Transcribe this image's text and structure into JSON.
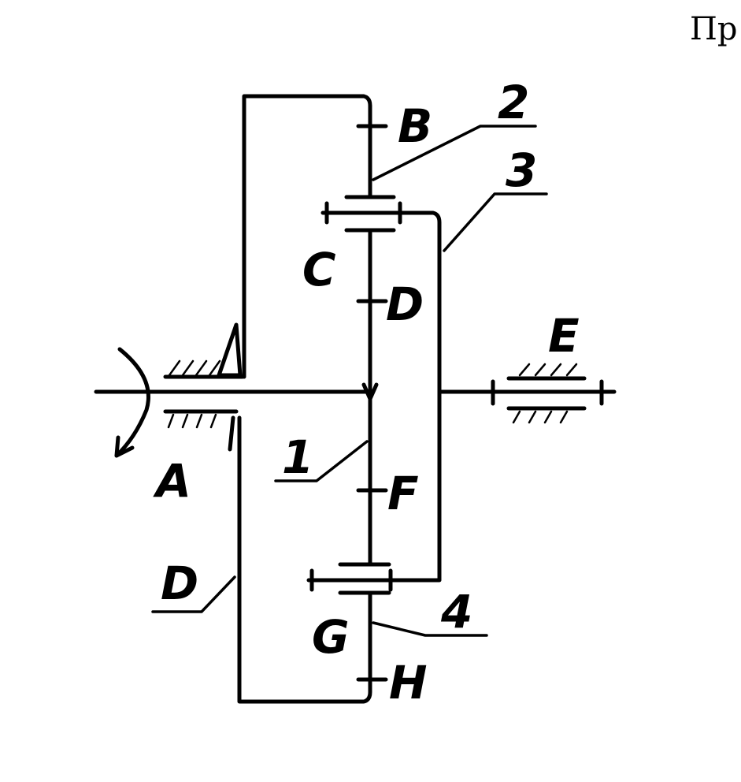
{
  "corner_text": "Пр",
  "labels": {
    "A": "A",
    "B": "B",
    "C": "C",
    "D_upper": "D",
    "D_left": "D",
    "E": "E",
    "F": "F",
    "G": "G",
    "H": "H",
    "n1": "1",
    "n2": "2",
    "n3": "3",
    "n4": "4"
  },
  "colors": {
    "ink": "#000000",
    "paper": "#ffffff"
  }
}
